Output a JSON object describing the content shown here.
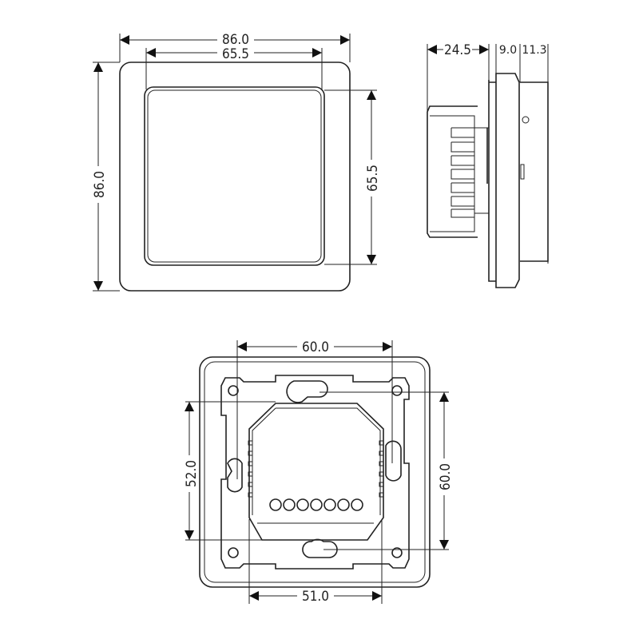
{
  "front_view": {
    "width_outer": "86.0",
    "width_inner": "65.5",
    "height_outer": "86.0",
    "height_inner": "65.5"
  },
  "side_view": {
    "depth_back": "24.5",
    "depth_plate": "9.0",
    "depth_front": "11.3"
  },
  "back_view": {
    "hole_spacing_horizontal": "60.0",
    "module_height": "52.0",
    "hole_spacing_vertical": "60.0",
    "module_width": "51.0"
  }
}
